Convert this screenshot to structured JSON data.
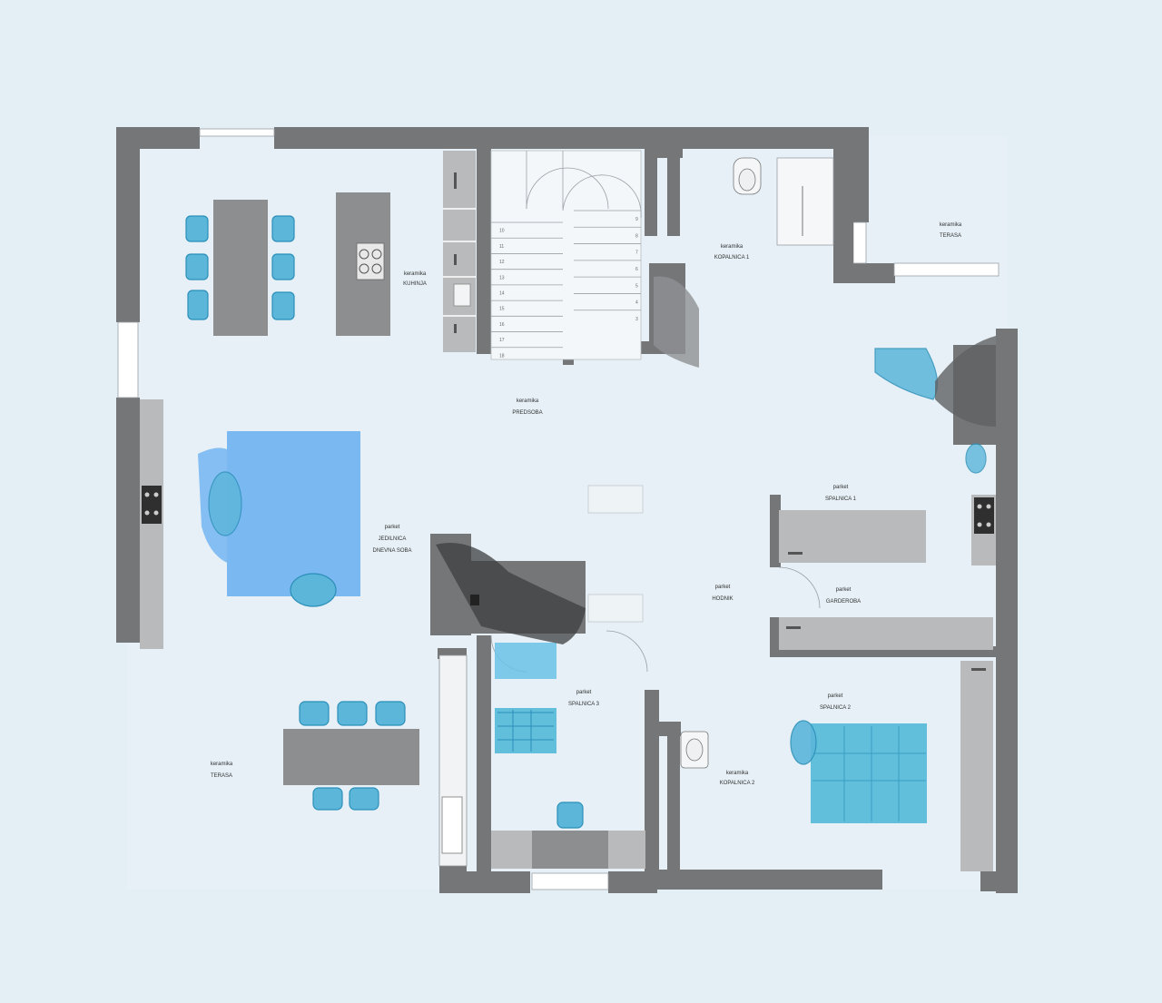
{
  "rooms": {
    "kuhinja": {
      "floor": "keramika",
      "name": "KUHINJA"
    },
    "predsoba": {
      "floor": "keramika",
      "name": "PREDSOBA"
    },
    "kopalnica1": {
      "floor": "keramika",
      "name": "KOPALNICA 1"
    },
    "terasa_ne": {
      "floor": "keramika",
      "name": "TERASA"
    },
    "spalnica1": {
      "floor": "parket",
      "name": "SPALNICA 1"
    },
    "jedilnica": {
      "floor": "parket",
      "name": "JEDILNICA",
      "name2": "DNEVNA SOBA"
    },
    "hodnik": {
      "floor": "parket",
      "name": "HODNIK"
    },
    "garderoba": {
      "floor": "parket",
      "name": "GARDEROBA"
    },
    "spalnica3": {
      "floor": "parket",
      "name": "SPALNICA 3"
    },
    "spalnica2": {
      "floor": "parket",
      "name": "SPALNICA 2"
    },
    "kopalnica2": {
      "floor": "keramika",
      "name": "KOPALNICA 2"
    },
    "terasa_sw": {
      "floor": "keramika",
      "name": "TERASA"
    }
  },
  "stairs": {
    "left_steps": [
      "10",
      "11",
      "12",
      "13",
      "14",
      "15",
      "16",
      "17",
      "18"
    ],
    "right_steps": [
      "9",
      "8",
      "7",
      "6",
      "5",
      "4",
      "3"
    ]
  },
  "colors": {
    "wall": "#747678",
    "floor": "#e6f0f6",
    "furniture": "#8c8e90",
    "chairs": "#5bb6da",
    "rug": "#7ab8f2",
    "bed": "#62bfdc"
  }
}
